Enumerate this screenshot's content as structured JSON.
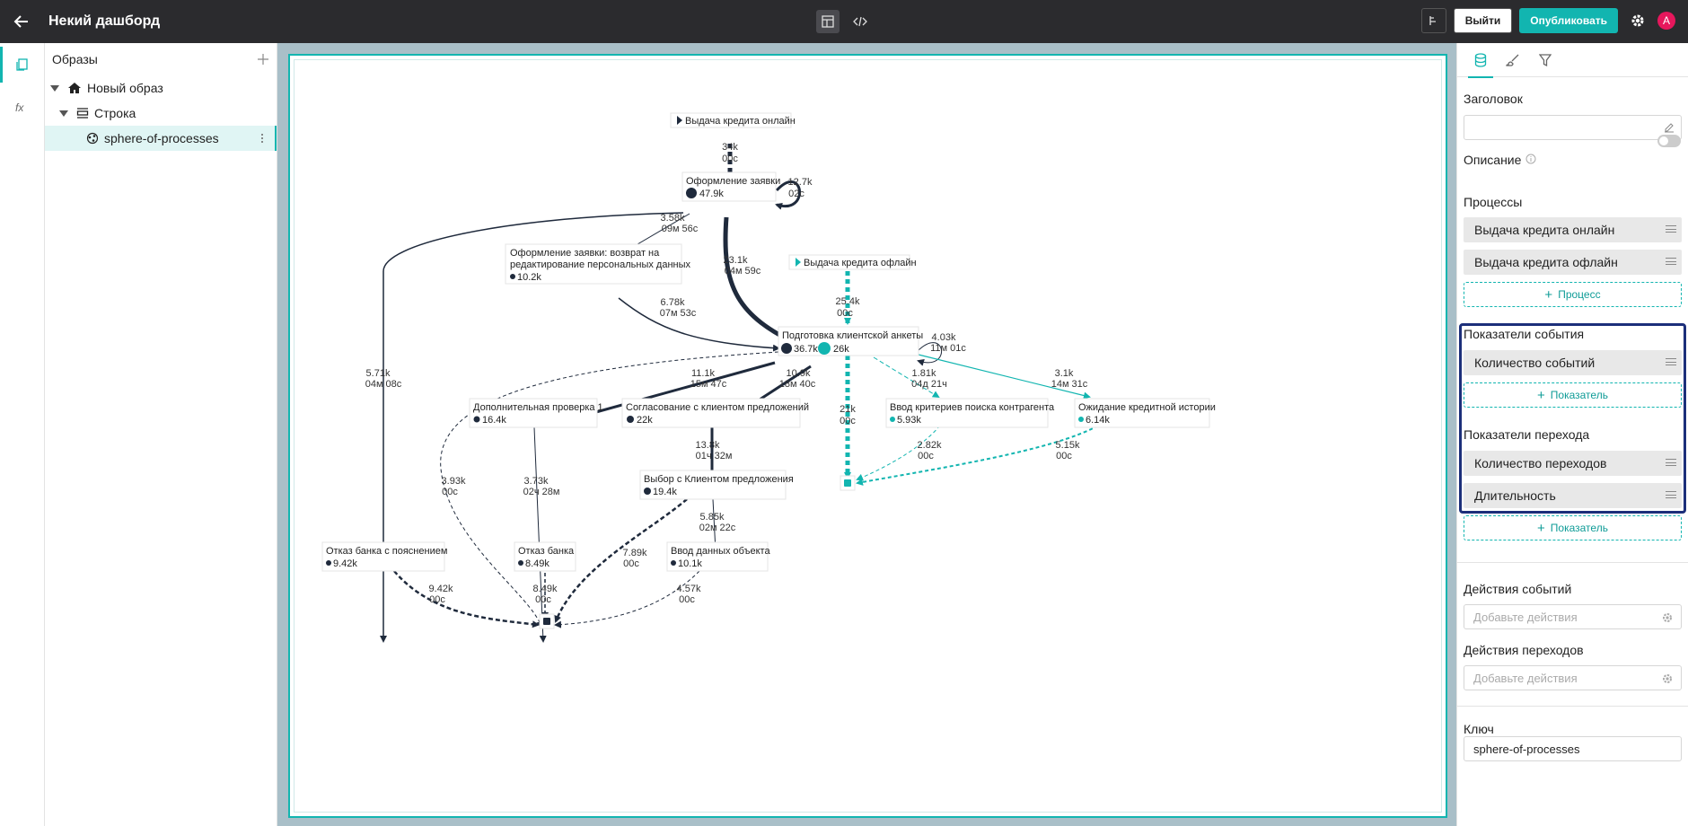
{
  "header": {
    "title": "Некий дашборд",
    "exit_label": "Выйти",
    "publish_label": "Опубликовать",
    "avatar_initial": "A"
  },
  "tree": {
    "title": "Образы",
    "items": [
      {
        "label": "Новый образ",
        "icon": "home-icon"
      },
      {
        "label": "Строка",
        "icon": "row-icon"
      },
      {
        "label": "sphere-of-processes",
        "icon": "graph-icon"
      }
    ]
  },
  "graph": {
    "start_nodes": [
      {
        "label": "Выдача кредита онлайн",
        "color": "#1f2a3c"
      },
      {
        "label": "Выдача кредита офлайн",
        "color": "#12b5b0"
      }
    ],
    "nodes": [
      {
        "id": "n1",
        "label": "Оформление заявки",
        "v1": "47.9k"
      },
      {
        "id": "n2",
        "label1": "Оформление заявки: возврат на",
        "label2": "редактирование персональных данных",
        "v1": "10.2k"
      },
      {
        "id": "n3",
        "label": "Подготовка клиентской анкеты",
        "v1": "36.7k",
        "v2": "26k"
      },
      {
        "id": "n4",
        "label": "Дополнительная проверка 1",
        "v1": "16.4k"
      },
      {
        "id": "n5",
        "label": "Согласование с клиентом предложений",
        "v1": "22k"
      },
      {
        "id": "n6",
        "label": "Ввод критериев поиска контрагента",
        "v1": "5.93k"
      },
      {
        "id": "n7",
        "label": "Ожидание кредитной истории",
        "v1": "6.14k"
      },
      {
        "id": "n8",
        "label": "Выбор с Клиентом предложения",
        "v1": "19.4k"
      },
      {
        "id": "n9",
        "label": "Отказ банка с пояснением",
        "v1": "9.42k"
      },
      {
        "id": "n10",
        "label": "Отказ банка",
        "v1": "8.49k"
      },
      {
        "id": "n11",
        "label": "Ввод данных объекта",
        "v1": "10.1k"
      }
    ],
    "edges": [
      {
        "a": "34k",
        "b": "00с"
      },
      {
        "a": "12.7k",
        "b": "02с"
      },
      {
        "a": "3.58k",
        "b": "09м 56с"
      },
      {
        "a": "23.1k",
        "b": "04м 59с"
      },
      {
        "a": "25.4k",
        "b": "00с"
      },
      {
        "a": "6.78k",
        "b": "07м 53с"
      },
      {
        "a": "4.03k",
        "b": "11м 01с"
      },
      {
        "a": "5.71k",
        "b": "04м 08с"
      },
      {
        "a": "11.1k",
        "b": "15м 47с"
      },
      {
        "a": "10.9k",
        "b": "18м 40с"
      },
      {
        "a": "21k",
        "b": "00с"
      },
      {
        "a": "1.81k",
        "b": "04д 21ч"
      },
      {
        "a": "3.1k",
        "b": "14м 31с"
      },
      {
        "a": "13.8k",
        "b": "01ч 32м"
      },
      {
        "a": "2.82k",
        "b": "00с"
      },
      {
        "a": "5.15k",
        "b": "00с"
      },
      {
        "a": "3.93k",
        "b": "00с"
      },
      {
        "a": "3.73k",
        "b": "02ч 28м"
      },
      {
        "a": "5.85k",
        "b": "02м 22с"
      },
      {
        "a": "7.89k",
        "b": "00с"
      },
      {
        "a": "9.42k",
        "b": "00с"
      },
      {
        "a": "8.49k",
        "b": "00с"
      },
      {
        "a": "4.57k",
        "b": "00с"
      }
    ]
  },
  "props": {
    "title_label": "Заголовок",
    "description_label": "Описание",
    "processes_label": "Процессы",
    "processes": [
      "Выдача кредита онлайн",
      "Выдача кредита офлайн"
    ],
    "add_process": "Процесс",
    "event_metrics_label": "Показатели события",
    "event_metrics": [
      "Количество событий"
    ],
    "add_metric": "Показатель",
    "transition_metrics_label": "Показатели перехода",
    "transition_metrics": [
      "Количество переходов",
      "Длительность"
    ],
    "event_actions_label": "Действия событий",
    "event_actions_placeholder": "Добавьте действия",
    "transition_actions_label": "Действия переходов",
    "transition_actions_placeholder": "Добавьте действия",
    "key_label": "Ключ",
    "key_value": "sphere-of-processes"
  },
  "colors": {
    "accent": "#12b5b0",
    "dark": "#1f2a3c",
    "topbar": "#2b2b2e",
    "highlight": "#1c2f7a"
  }
}
